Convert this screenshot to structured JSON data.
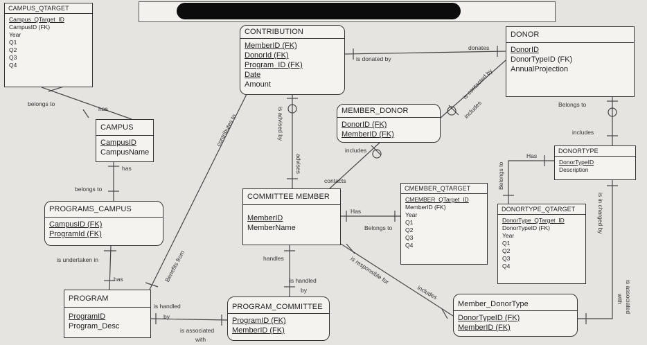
{
  "entities": {
    "campus_qtarget": {
      "title": "CAMPUS_QTARGET",
      "attrs": [
        {
          "text": "Campus_QTarget_ID",
          "pk": true
        },
        {
          "text": "CampusID (FK)",
          "pk": false
        },
        {
          "text": "Year",
          "pk": false
        },
        {
          "text": "Q1",
          "pk": false
        },
        {
          "text": "Q2",
          "pk": false
        },
        {
          "text": "Q3",
          "pk": false
        },
        {
          "text": "Q4",
          "pk": false
        }
      ]
    },
    "contribution": {
      "title": "CONTRIBUTION",
      "attrs": [
        {
          "text": "MemberID (FK)",
          "pk": true
        },
        {
          "text": "DonorId (FK)",
          "pk": true
        },
        {
          "text": "Program_ID (FK)",
          "pk": true
        },
        {
          "text": "Date",
          "pk": true
        },
        {
          "text": "Amount",
          "pk": false
        }
      ]
    },
    "donor": {
      "title": "DONOR",
      "attrs": [
        {
          "text": "DonorID",
          "pk": true
        },
        {
          "text": "DonorTypeID (FK)",
          "pk": false
        },
        {
          "text": "AnnualProjection",
          "pk": false
        }
      ]
    },
    "member_donor": {
      "title": "MEMBER_DONOR",
      "attrs": [
        {
          "text": "DonorID (FK)",
          "pk": true
        },
        {
          "text": "MemberID (FK)",
          "pk": true
        }
      ]
    },
    "campus": {
      "title": "CAMPUS",
      "attrs": [
        {
          "text": "CampusID",
          "pk": true
        },
        {
          "text": "CampusName",
          "pk": false
        }
      ]
    },
    "donortype": {
      "title": "DONORTYPE",
      "attrs": [
        {
          "text": "DonorTypeID",
          "pk": true
        },
        {
          "text": "Description",
          "pk": false
        }
      ]
    },
    "cmember_qtarget": {
      "title": "CMEMBER_QTARGET",
      "attrs": [
        {
          "text": "CMEMBER_QTarget_ID",
          "pk": true
        },
        {
          "text": "MemberID (FK)",
          "pk": false
        },
        {
          "text": "Year",
          "pk": false
        },
        {
          "text": "Q1",
          "pk": false
        },
        {
          "text": "Q2",
          "pk": false
        },
        {
          "text": "Q3",
          "pk": false
        },
        {
          "text": "Q4",
          "pk": false
        }
      ]
    },
    "committee_member": {
      "title": "COMMITTEE MEMBER",
      "attrs": [
        {
          "text": "MemberID",
          "pk": true
        },
        {
          "text": "MemberName",
          "pk": false
        }
      ]
    },
    "programs_campus": {
      "title": "PROGRAMS_CAMPUS",
      "attrs": [
        {
          "text": "CampusID (FK)",
          "pk": true
        },
        {
          "text": "ProgramId (FK)",
          "pk": true
        }
      ]
    },
    "donortype_qtarget": {
      "title": "DONORTYPE_QTARGET",
      "attrs": [
        {
          "text": "DonorType_QTarget_ID",
          "pk": true
        },
        {
          "text": "DonorTypeID (FK)",
          "pk": false
        },
        {
          "text": "Year",
          "pk": false
        },
        {
          "text": "Q1",
          "pk": false
        },
        {
          "text": "Q2",
          "pk": false
        },
        {
          "text": "Q3",
          "pk": false
        },
        {
          "text": "Q4",
          "pk": false
        }
      ]
    },
    "program": {
      "title": "PROGRAM",
      "attrs": [
        {
          "text": "ProgramID",
          "pk": true
        },
        {
          "text": "Program_Desc",
          "pk": false
        }
      ]
    },
    "program_committee": {
      "title": "PROGRAM_COMMITTEE",
      "attrs": [
        {
          "text": "ProgramID (FK)",
          "pk": true
        },
        {
          "text": "MemberID (FK)",
          "pk": true
        }
      ]
    },
    "member_donortype": {
      "title": "Member_DonorType",
      "attrs": [
        {
          "text": "DonorTypeID (FK)",
          "pk": true
        },
        {
          "text": "MemberID (FK)",
          "pk": true
        }
      ]
    }
  },
  "labels": {
    "belongs_to_1": "belongs to",
    "has_1": "has",
    "has_2": "has",
    "belongs_to_2": "belongs to",
    "is_undertaken_in": "is undertaken in",
    "has_3": "has",
    "is_handled_by_1": "is handled",
    "by_1": "by",
    "is_associated_1": "is associated",
    "with_1": "with",
    "contributes_to": "contributes to",
    "benefits_from": "Benefits from",
    "is_donated_by": "is donated by",
    "donates": "donates",
    "is_contacted_by": "is contacted by",
    "includes_1": "includes",
    "is_advised_by": "is advised by",
    "advises": "advises",
    "includes_2": "includes",
    "contacts": "contacts",
    "has_4": "Has",
    "belongs_to_3": "Belongs to",
    "handles": "handles",
    "is_handled_by_2": "is handled",
    "by_2": "by",
    "is_responsible_for": "is responsible for",
    "includes_3": "includes",
    "belongs_to_4": "Belongs to",
    "includes_4": "includes",
    "has_5": "Has",
    "belongs_to_5": "Belongs to",
    "is_in_charged_by": "is in charged by",
    "is_associated_2": "is associated",
    "with_2": "with"
  }
}
